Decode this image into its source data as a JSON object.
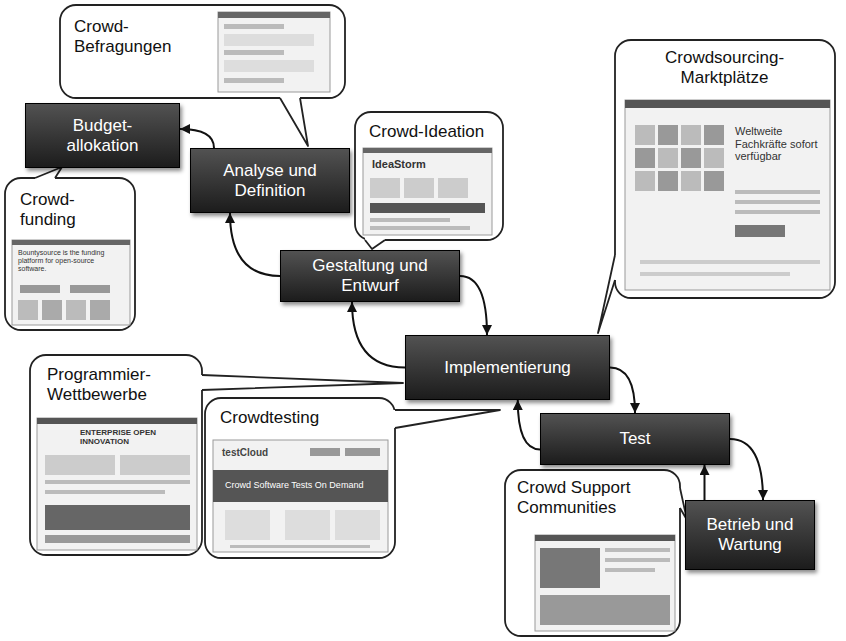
{
  "diagram": {
    "nodes": [
      {
        "text": [
          "Crowd- Befragungen"
        ]
      },
      {
        "text": [
          "Crowdsourcing- Marktplätze"
        ]
      },
      {
        "text": [
          "Budget- allokation"
        ]
      },
      {
        "text": [
          "Crowd-Ideation"
        ]
      },
      {
        "text": [
          "Analyse und Definition"
        ]
      },
      {
        "text": [
          "Crowd- funding"
        ]
      },
      {
        "text": [
          "Gestaltung und Entwurf"
        ]
      },
      {
        "text": [
          "Implementierung"
        ]
      },
      {
        "text": [
          "Programmier- Wettbewerbe"
        ]
      },
      {
        "text": [
          "Crowdtesting"
        ]
      },
      {
        "text": [
          "Test"
        ]
      },
      {
        "text": [
          "Crowd Support Communities"
        ]
      },
      {
        "text": [
          "Betrieb und Wartung"
        ]
      }
    ],
    "edges": [
      {
        "from": 4,
        "to": 2,
        "arrow": "to"
      },
      {
        "from": 6,
        "to": 4,
        "arrow": "to"
      },
      {
        "from": 6,
        "to": 7,
        "arrow": "to"
      },
      {
        "from": 7,
        "to": 6,
        "arrow": "to"
      },
      {
        "from": 7,
        "to": 10,
        "arrow": "to"
      },
      {
        "from": 10,
        "to": 7,
        "arrow": "to"
      },
      {
        "from": 10,
        "to": 12,
        "arrow": "to"
      },
      {
        "from": 12,
        "to": 10,
        "arrow": "to"
      }
    ],
    "labels": [
      "Bountysource is the funding platform for open-source software.",
      "IdeaStorm",
      "Weltweite Fachkräfte sofort verfügbar",
      "ENTERPRISE OPEN INNOVATION",
      "testCloud",
      "Crowd Software Tests On Demand"
    ]
  }
}
